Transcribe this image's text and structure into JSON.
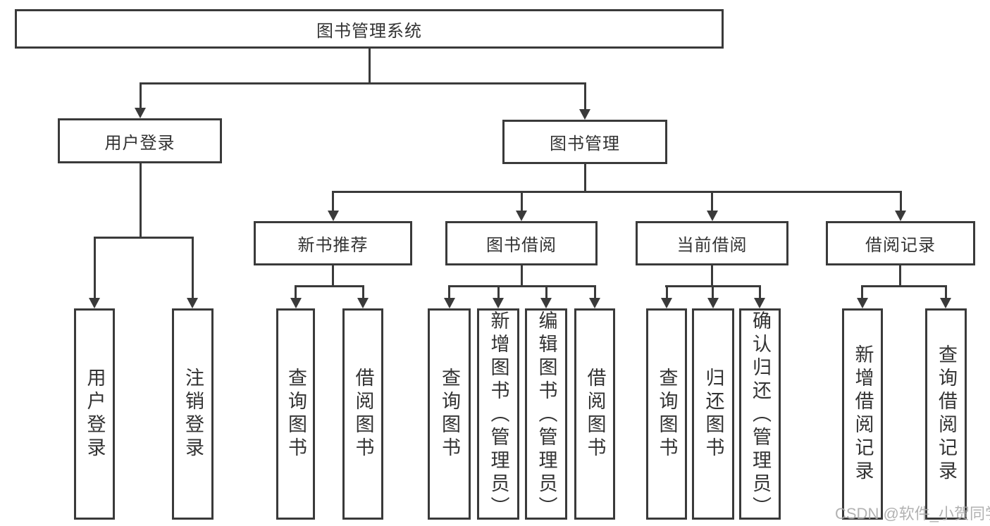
{
  "diagram_title": "图书管理系统",
  "tree": {
    "label": "图书管理系统",
    "children": [
      {
        "label": "用户登录",
        "children": [
          {
            "label": "用户登录"
          },
          {
            "label": "注销登录"
          }
        ]
      },
      {
        "label": "图书管理",
        "children": [
          {
            "label": "新书推荐",
            "children": [
              {
                "label": "查询图书"
              },
              {
                "label": "借阅图书"
              }
            ]
          },
          {
            "label": "图书借阅",
            "children": [
              {
                "label": "查询图书"
              },
              {
                "label": "新增图书（管理员）"
              },
              {
                "label": "编辑图书（管理员）"
              },
              {
                "label": "借阅图书"
              }
            ]
          },
          {
            "label": "当前借阅",
            "children": [
              {
                "label": "查询图书"
              },
              {
                "label": "归还图书"
              },
              {
                "label": "确认归还（管理员）"
              }
            ]
          },
          {
            "label": "借阅记录",
            "children": [
              {
                "label": "新增借阅记录"
              },
              {
                "label": "查询借阅记录"
              }
            ]
          }
        ]
      }
    ]
  },
  "watermark": "CSDN @软件_小贺同学",
  "colors": {
    "line": "#3a3a3a",
    "text": "#333333",
    "background": "#ffffff",
    "watermark": "#aaaaaa"
  }
}
